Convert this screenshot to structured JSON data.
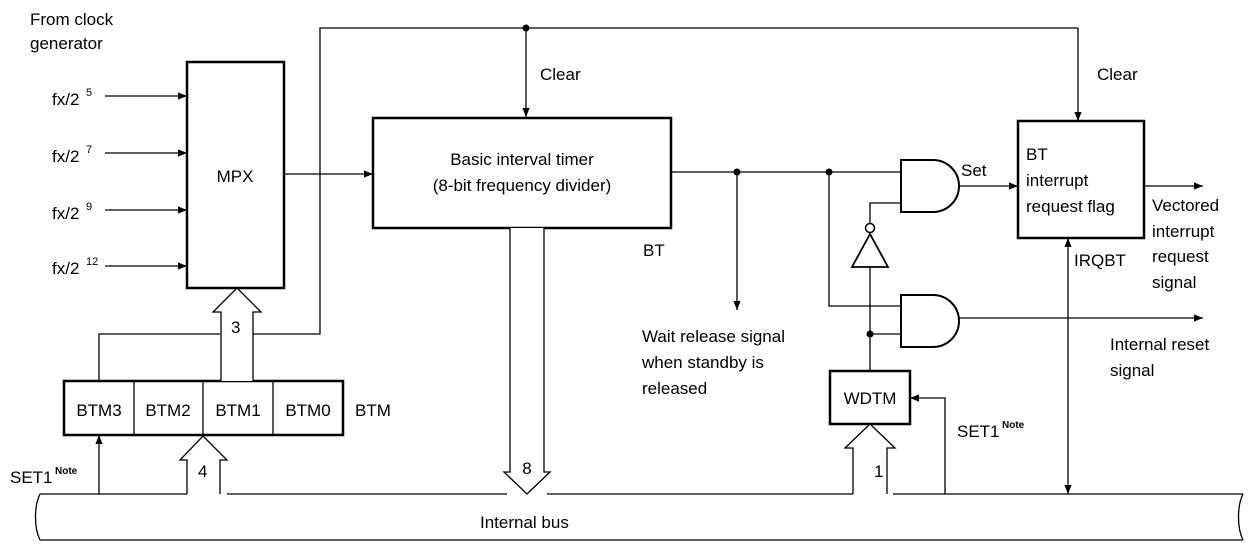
{
  "labels": {
    "from_clock_1": "From clock",
    "from_clock_2": "generator",
    "fx": "fx/2",
    "exp5": "5",
    "exp7": "7",
    "exp9": "9",
    "exp12": "12",
    "mpx": "MPX",
    "timer_1": "Basic interval timer",
    "timer_2": "(8-bit frequency divider)",
    "bt": "BT",
    "clear": "Clear",
    "set": "Set",
    "flag_1": "BT",
    "flag_2": "interrupt",
    "flag_3": "request flag",
    "vectored_1": "Vectored",
    "vectored_2": "interrupt",
    "vectored_3": "request",
    "vectored_4": "signal",
    "irqbt": "IRQBT",
    "wait_1": "Wait release signal",
    "wait_2": "when standby is",
    "wait_3": "released",
    "reset_1": "Internal reset",
    "reset_2": "signal",
    "btm3": "BTM3",
    "btm2": "BTM2",
    "btm1": "BTM1",
    "btm0": "BTM0",
    "btm": "BTM",
    "wdtm": "WDTM",
    "set1": "SET1",
    "note": "Note",
    "bus3": "3",
    "bus4": "4",
    "bus8": "8",
    "bus1": "1",
    "internal_bus": "Internal bus"
  }
}
